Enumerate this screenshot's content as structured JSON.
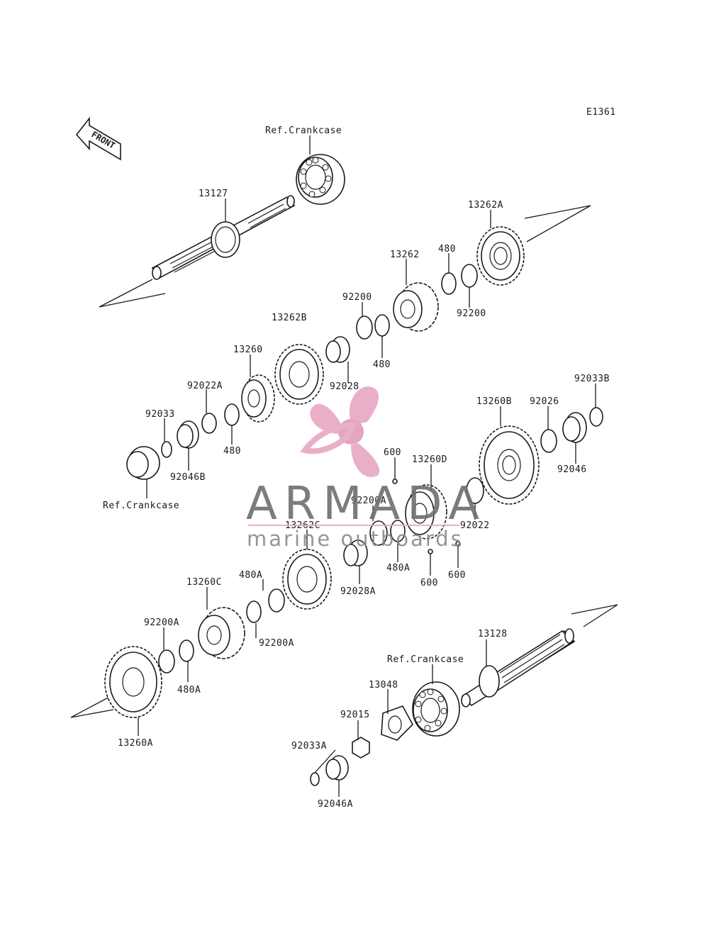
{
  "diagram_code": "E1361",
  "front_label": "FRONT",
  "labels": {
    "ref_crankcase_top": "Ref.Crankcase",
    "p13127": "13127",
    "p13262A": "13262A",
    "p480_a": "480",
    "p13262": "13262",
    "p92200_top": "92200",
    "p92200_right": "92200",
    "p13262B": "13262B",
    "p480_b": "480",
    "p13260": "13260",
    "p92028": "92028",
    "p92022A": "92022A",
    "p92033": "92033",
    "p480_c": "480",
    "p92046B": "92046B",
    "ref_crankcase_left": "Ref.Crankcase",
    "p13260B": "13260B",
    "p92026": "92026",
    "p92033B": "92033B",
    "p600_a": "600",
    "p13260D": "13260D",
    "p92046": "92046",
    "p92200A_mid": "92200A",
    "p92022": "92022",
    "p13262C": "13262C",
    "p480A_mid": "480A",
    "p600_b": "600",
    "p600_c": "600",
    "p480A_upper": "480A",
    "p92028A": "92028A",
    "p13260C": "13260C",
    "p92200A_left": "92200A",
    "p92200A_lower": "92200A",
    "p13128": "13128",
    "ref_crankcase_bottom": "Ref.Crankcase",
    "p480A_lower": "480A",
    "p13048": "13048",
    "p92015": "92015",
    "p13260A": "13260A",
    "p92033A": "92033A",
    "p92046A": "92046A"
  },
  "watermark": {
    "title": "ARMADA",
    "subtitle": "marine outboards",
    "accent_color": "#e8a7c3",
    "text_color": "#6e6e6e"
  }
}
